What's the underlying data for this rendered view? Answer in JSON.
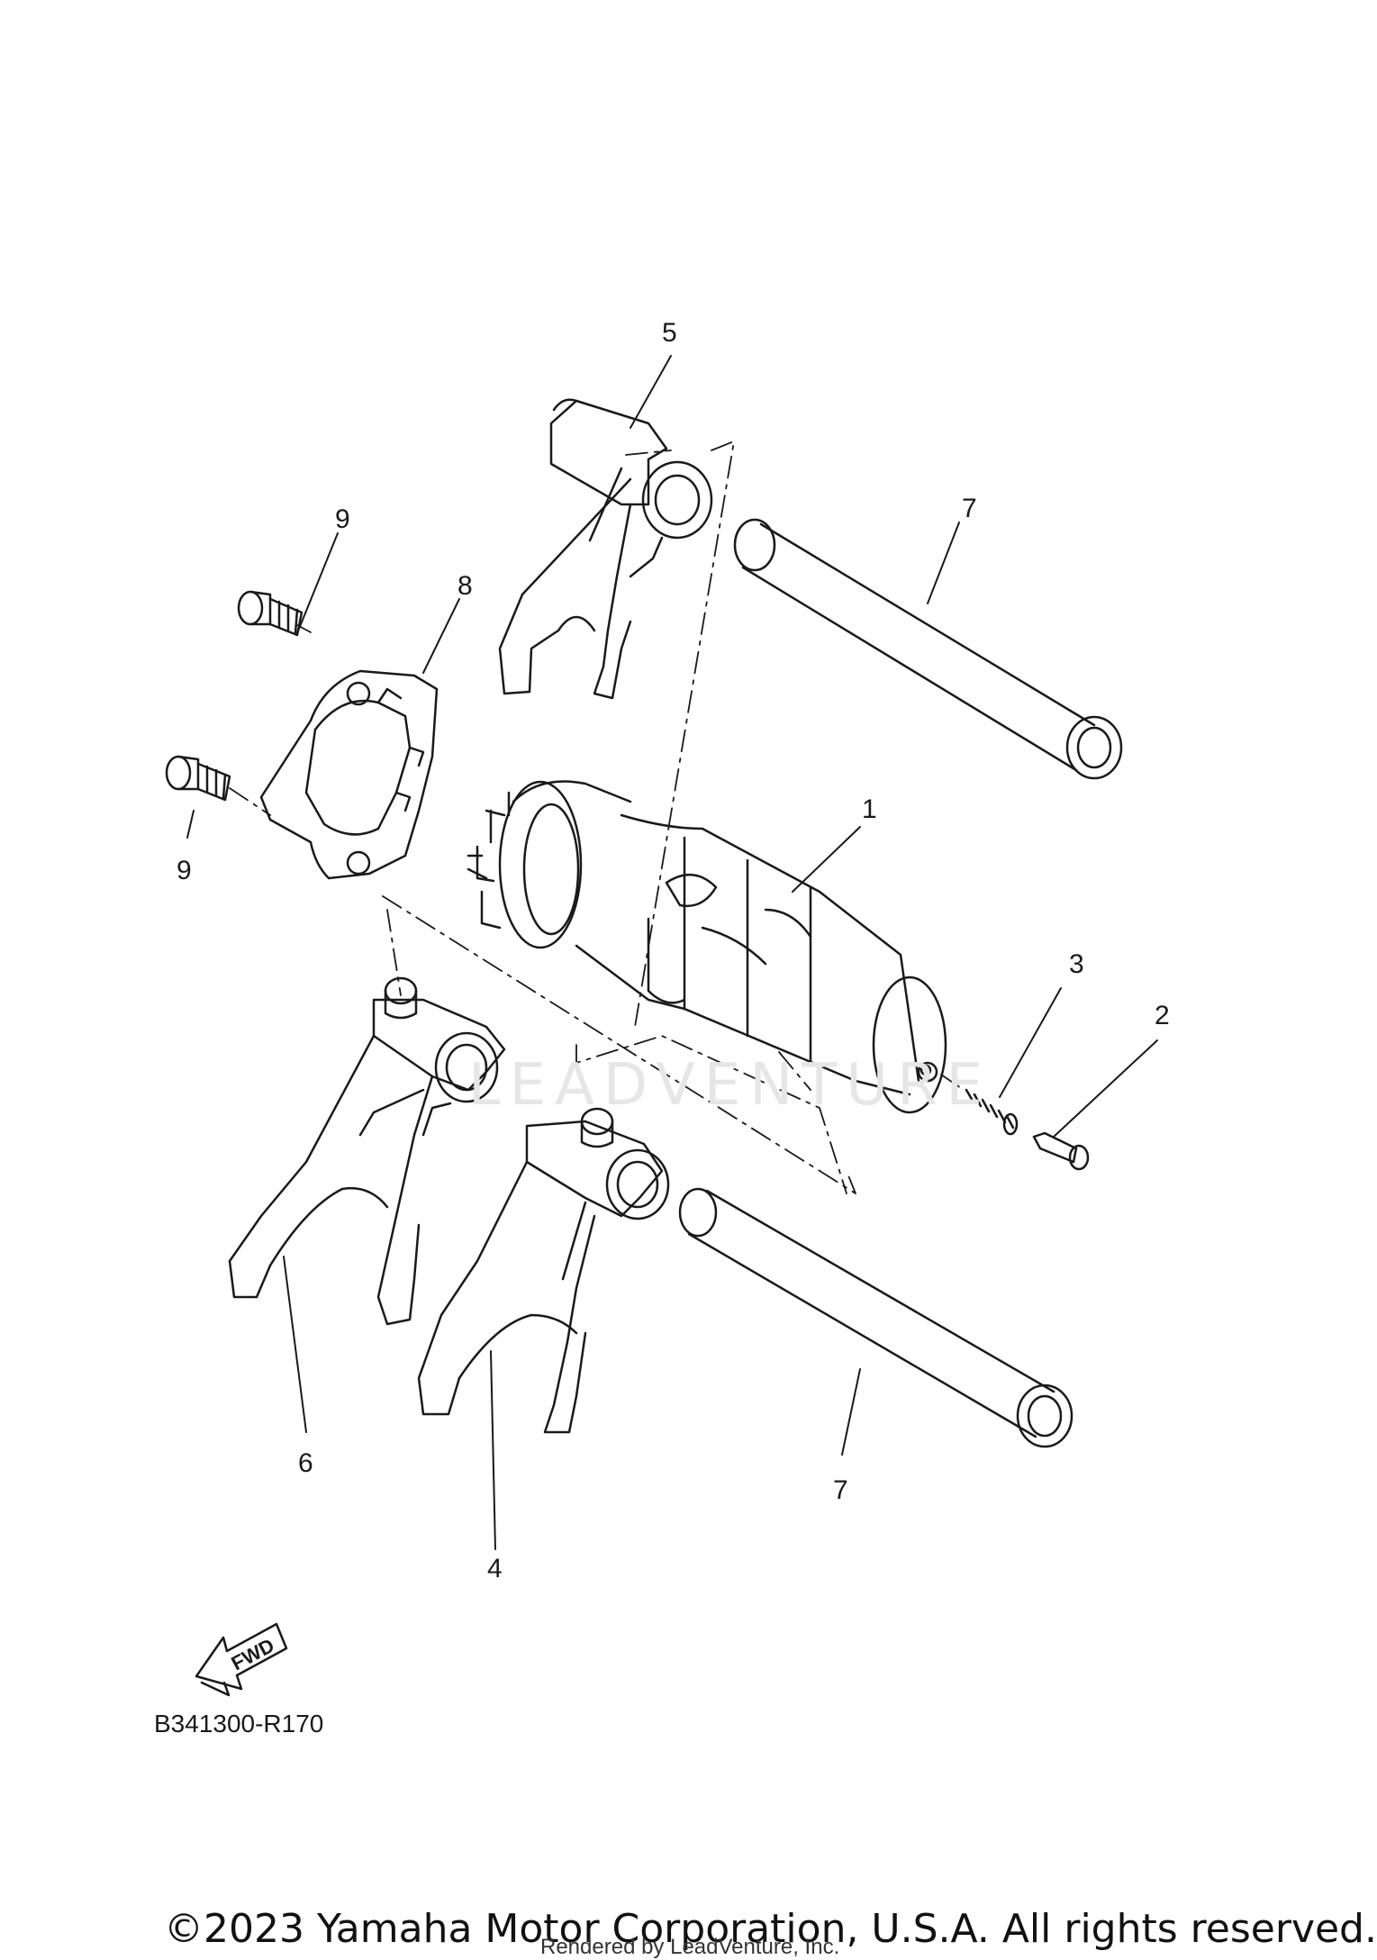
{
  "callouts": {
    "c1": "1",
    "c2": "2",
    "c3": "3",
    "c4": "4",
    "c5": "5",
    "c6": "6",
    "c7a": "7",
    "c7b": "7",
    "c8": "8",
    "c9a": "9",
    "c9b": "9"
  },
  "fwd_label": "FWD",
  "diagram_ref": "B341300-R170",
  "watermark": "LEADVENTURE",
  "copyright": "©2023 Yamaha Motor Corporation, U.S.A. All rights reserved.",
  "rendered_by": "Rendered by LeadVenture, Inc."
}
